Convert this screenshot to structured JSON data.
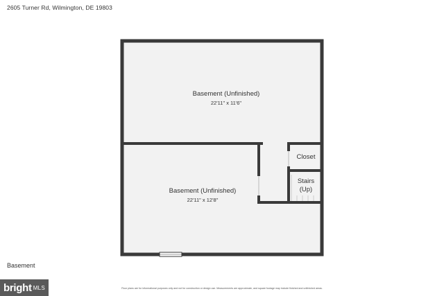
{
  "header": {
    "address": "2605 Turner Rd, Wilmington, DE 19803"
  },
  "rooms": [
    {
      "name": "Basement (Unfinished)",
      "dimensions": "22'11\" x 11'6\""
    },
    {
      "name": "Basement (Unfinished)",
      "dimensions": "22'11\" x 12'8\""
    },
    {
      "name": "Closet"
    },
    {
      "name_line1": "Stairs",
      "name_line2": "(Up)"
    }
  ],
  "floor": {
    "name": "Basement"
  },
  "footer": {
    "disclaimer": "Floor plans are for informational purposes only and not for construction or design use. Measurements are approximate, and square footage may include finished and unfinished areas.",
    "logo_word": "bright",
    "logo_sub": "MLS"
  },
  "colors": {
    "wall": "#3a3a3a",
    "floor": "#f2f2f2",
    "logo_bg": "#5a5a5a"
  }
}
